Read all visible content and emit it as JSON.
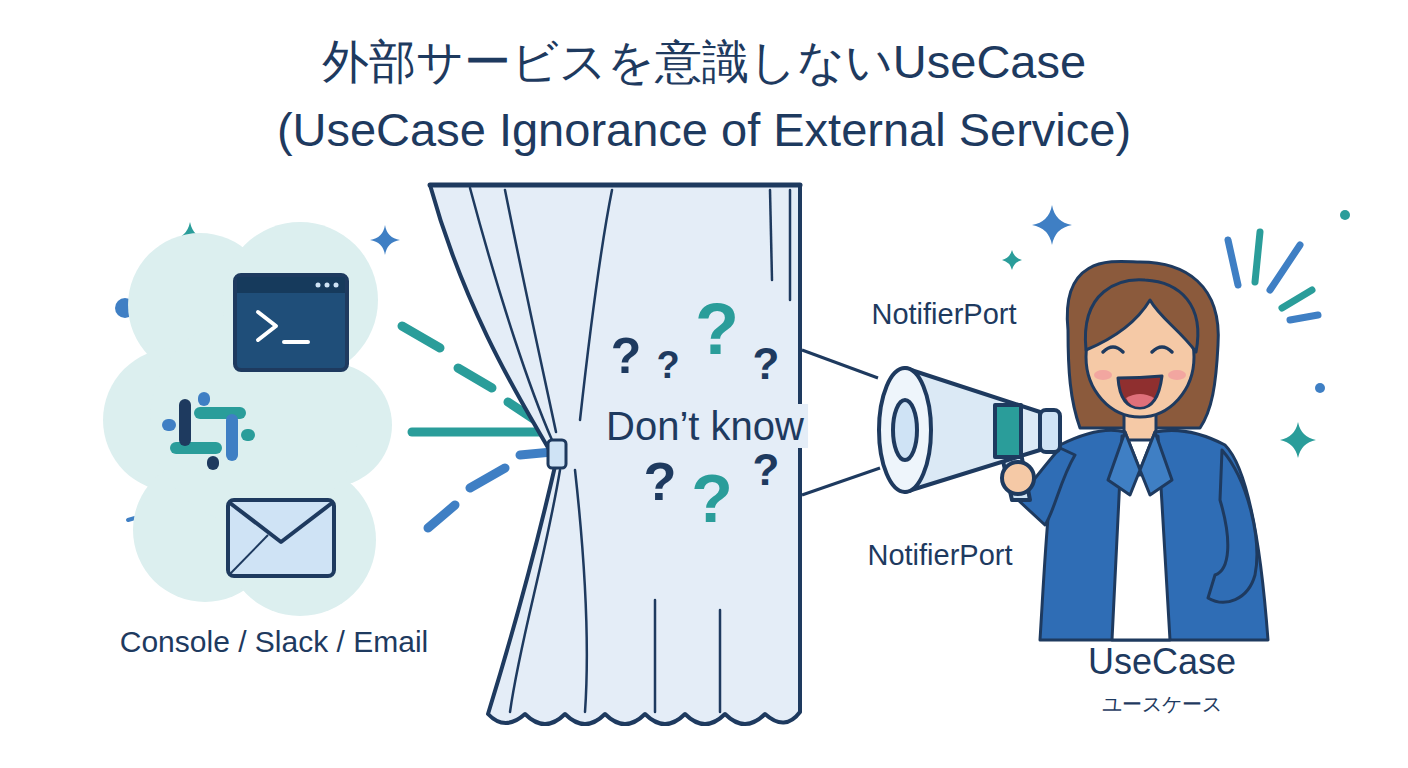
{
  "diagram": {
    "title": "外部サービスを意識しないUseCase",
    "nodes": [
      {
        "text": [
          "Don’t know"
        ]
      }
    ],
    "labels": [
      "(UseCase Ignorance of External Service)",
      "Console / Slack / Email",
      "?",
      "?",
      "?",
      "?",
      "?",
      "?",
      "?",
      "NotifierPort",
      "NotifierPort",
      "UseCase",
      "ユースケース"
    ]
  }
}
